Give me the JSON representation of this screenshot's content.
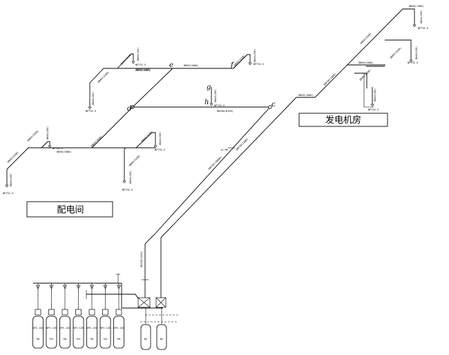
{
  "rooms": {
    "distribution_room": "配电间",
    "generator_room": "发电机房"
  },
  "nodes": {
    "c": "c",
    "d": "d",
    "e": "e",
    "f": "f",
    "g": "g",
    "h": "h"
  },
  "nozzle_label": "NPT32-5",
  "elevation": "+4.00",
  "pipe_labels": {
    "main_riser": "DN100(2250)",
    "riser_2": "DN150(1250)",
    "diag_main": "DN150(10000)",
    "diag_main_2": "DN150(1000)",
    "to_gen": "DN50(1000)",
    "gen_diag": "DN50(2500)",
    "gen_top": "DN40(1300)",
    "gen_top_v": "DN40(200)",
    "gen_mid": "DN50(2500)",
    "gen_mid_b": "DN40(1500)",
    "gen_mid_v": "DN40(200)",
    "gen_low": "DN40(1500)",
    "gen_low_v": "DN40(200)",
    "gen_bot_v": "DN40(200)",
    "cd": "DN100(8150)",
    "gh": "DN40(1500)",
    "h_v": "DN40(200)",
    "ef": "DN50(3400)",
    "f_v": "DN40(1500)",
    "f_vv": "DN40(200)",
    "de": "DN50(3400)",
    "e_l": "DN50(3400)",
    "e_b1": "DN40(1500)",
    "e_b1_v": "DN40(200)",
    "e_b2": "DN40(1500)",
    "e_b2_v": "DN40(200)",
    "d_low": "DN50(3400)",
    "lb_main": "DN50(3400)",
    "lb_b1": "DN40(1500)",
    "lb_b1_v": "DN40(200)",
    "lb_b2": "DN40(1500)",
    "lb_b2_v": "DN40(200)",
    "lb_b3": "DN40(1500)",
    "lb_b3_v": "DN40(200)",
    "lb_b4": "DN40(1500)",
    "lb_b4_v": "DN40(200)"
  },
  "cylinders": {
    "count": 7,
    "top_label": "NFS-120",
    "body_label": "70L",
    "nitrogen_label": "N2"
  }
}
